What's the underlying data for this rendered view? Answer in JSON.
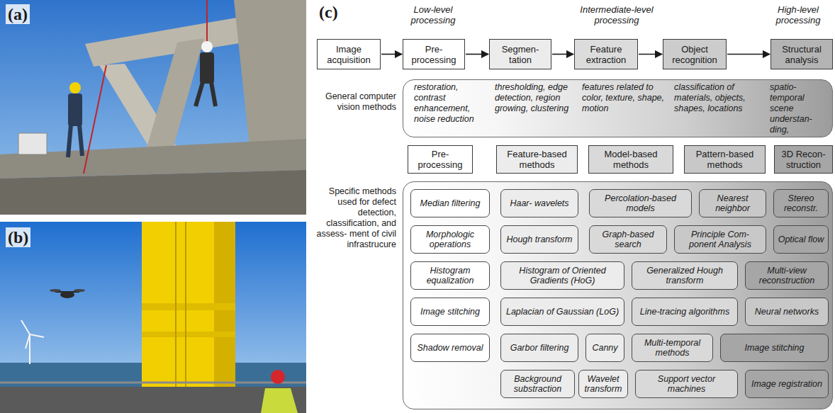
{
  "diagram": {
    "nodes": [
      {
        "text": [
          "Image acquisition"
        ]
      },
      {
        "text": [
          "Pre- processing"
        ]
      },
      {
        "text": [
          "Segmen- tation"
        ]
      },
      {
        "text": [
          "Feature extraction"
        ]
      },
      {
        "text": [
          "Object recognition"
        ]
      },
      {
        "text": [
          "Structural analysis"
        ]
      },
      {
        "text": [
          "General computer vision methods",
          "restoration, contrast enhancement, noise reduction",
          "thresholding, edge detection, region growing, clustering",
          "features related to color, texture, shape, motion",
          "classification of materials, objects, shapes, locations",
          "spatio- temporal scene understan- ding,"
        ]
      },
      {
        "text": [
          "Pre- processing"
        ]
      },
      {
        "text": [
          "Feature-based methods"
        ]
      },
      {
        "text": [
          "Model-based methods"
        ]
      },
      {
        "text": [
          "Pattern-based methods"
        ]
      },
      {
        "text": [
          "3D Recon- struction"
        ]
      },
      {
        "text": [
          "Specific methods used for defect detection, classification, and assess- ment of civil infrastrucure"
        ]
      },
      {
        "text": [
          "Median filtering"
        ],
        "in": 12
      },
      {
        "text": [
          "Haar- wavelets"
        ],
        "in": 12
      },
      {
        "text": [
          "Percolation-based models"
        ],
        "in": 12
      },
      {
        "text": [
          "Nearest neighbor"
        ],
        "in": 12
      },
      {
        "text": [
          "Stereo reconstr."
        ],
        "in": 12
      },
      {
        "text": [
          "Morphologic operations"
        ],
        "in": 12
      },
      {
        "text": [
          "Hough transform"
        ],
        "in": 12
      },
      {
        "text": [
          "Graph-based search"
        ],
        "in": 12
      },
      {
        "text": [
          "Principle Com- ponent Analysis"
        ],
        "in": 12
      },
      {
        "text": [
          "Optical flow"
        ],
        "in": 12
      },
      {
        "text": [
          "Histogram equalization"
        ],
        "in": 12
      },
      {
        "text": [
          "Histogram of Oriented Gradients (HoG)"
        ],
        "in": 12
      },
      {
        "text": [
          "Generalized Hough transform"
        ],
        "in": 12
      },
      {
        "text": [
          "Multi-view reconstruction"
        ],
        "in": 12
      },
      {
        "text": [
          "Image stitching"
        ],
        "in": 12
      },
      {
        "text": [
          "Laplacian of Gaussian (LoG)"
        ],
        "in": 12
      },
      {
        "text": [
          "Line-tracing algorithms"
        ],
        "in": 12
      },
      {
        "text": [
          "Neural networks"
        ],
        "in": 12
      },
      {
        "text": [
          "Shadow removal"
        ],
        "in": 12
      },
      {
        "text": [
          "Garbor filtering"
        ],
        "in": 12
      },
      {
        "text": [
          "Canny"
        ],
        "in": 12
      },
      {
        "text": [
          "Multi-temporal methods"
        ],
        "in": 12
      },
      {
        "text": [
          "Image stitching"
        ],
        "in": 12
      },
      {
        "text": [
          "Background substraction"
        ],
        "in": 12
      },
      {
        "text": [
          "Wavelet transform"
        ],
        "in": 12
      },
      {
        "text": [
          "Support vector machines"
        ],
        "in": 12
      },
      {
        "text": [
          "Image registration"
        ],
        "in": 12
      }
    ],
    "edges": [
      {
        "from": 0,
        "to": 1,
        "arrow": "to"
      },
      {
        "from": 1,
        "to": 2,
        "arrow": "to"
      },
      {
        "from": 2,
        "to": 3,
        "arrow": "to"
      },
      {
        "from": 3,
        "to": 4,
        "arrow": "to"
      },
      {
        "from": 4,
        "to": 5,
        "arrow": "to"
      }
    ],
    "labels": [
      "(a)",
      "(c)",
      "Low-level processing",
      "Intermediate-level processing",
      "High-level processing",
      "(b)"
    ]
  }
}
